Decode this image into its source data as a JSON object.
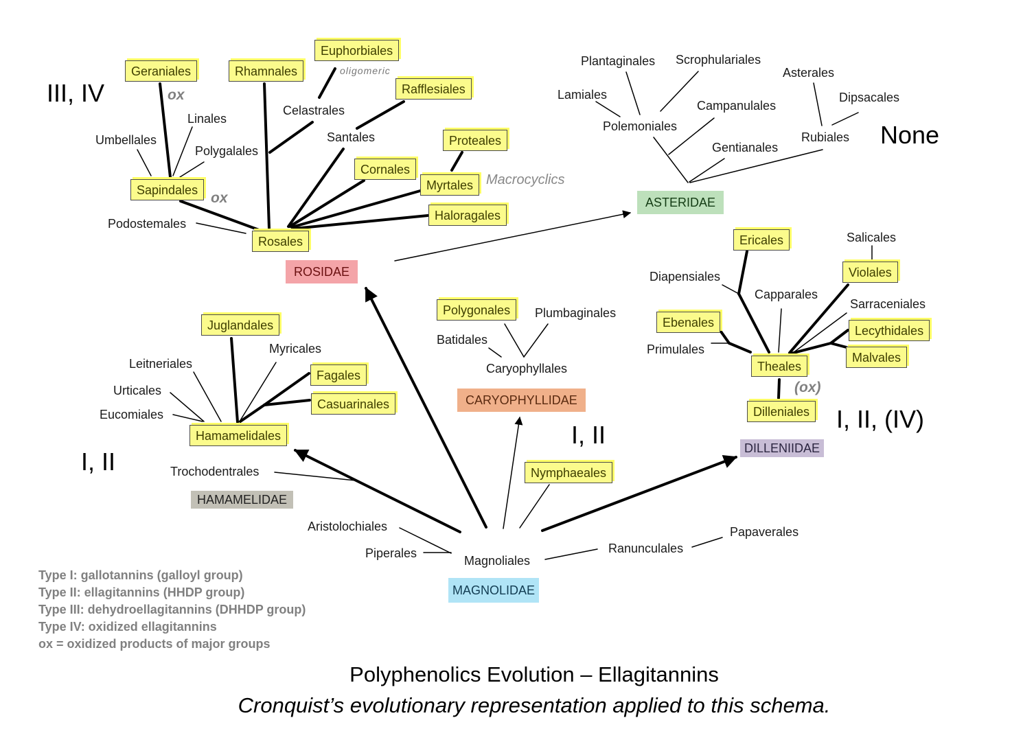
{
  "title": "Polyphenolics Evolution – Ellagitannins",
  "subtitle": "Cronquist’s evolutionary representation applied to this schema.",
  "subclasses": {
    "rosidae": "ROSIDAE",
    "asteridae": "ASTERIDAE",
    "hamamelidae": "HAMAMELIDAE",
    "caryophyllidae": "CARYOPHYLLIDAE",
    "dilleniidae": "DILLENIIDAE",
    "magnolidae": "MAGNOLIDAE"
  },
  "tannin_types": {
    "rosidae": "III, IV",
    "asteridae": "None",
    "hamamelidae": "I, II",
    "caryophyllidae": "I, II",
    "dilleniidae": "I, II, (IV)"
  },
  "rosidae_orders": {
    "geraniales": "Geraniales",
    "rhamnales": "Rhamnales",
    "euphorbiales": "Euphorbiales",
    "rafflesiales": "Rafflesiales",
    "celastrales": "Celastrales",
    "santales": "Santales",
    "linales": "Linales",
    "umbellales": "Umbellales",
    "polygalales": "Polygalales",
    "sapindales": "Sapindales",
    "proteales": "Proteales",
    "cornales": "Cornales",
    "myrtales": "Myrtales",
    "haloragales": "Haloragales",
    "podostemales": "Podostemales",
    "rosales": "Rosales"
  },
  "asteridae_orders": {
    "plantaginales": "Plantaginales",
    "scrophulariales": "Scrophulariales",
    "lamiales": "Lamiales",
    "polemoniales": "Polemoniales",
    "campanulales": "Campanulales",
    "gentianales": "Gentianales",
    "asterales": "Asterales",
    "dipsacales": "Dipsacales",
    "rubiales": "Rubiales"
  },
  "dilleniidae_orders": {
    "ericales": "Ericales",
    "salicales": "Salicales",
    "violales": "Violales",
    "diapensiales": "Diapensiales",
    "capparales": "Capparales",
    "sarraceniales": "Sarraceniales",
    "ebenales": "Ebenales",
    "lecythidales": "Lecythidales",
    "primulales": "Primulales",
    "malvales": "Malvales",
    "theales": "Theales",
    "dilleniales": "Dilleniales"
  },
  "caryophyllidae_orders": {
    "polygonales": "Polygonales",
    "plumbaginales": "Plumbaginales",
    "batidales": "Batidales",
    "caryophyllales": "Caryophyllales"
  },
  "hamamelidae_orders": {
    "juglandales": "Juglandales",
    "myricales": "Myricales",
    "leitneriales": "Leitneriales",
    "fagales": "Fagales",
    "urticales": "Urticales",
    "casuarinales": "Casuarinales",
    "eucomiales": "Eucomiales",
    "hamamelidales": "Hamamelidales",
    "trochodentrales": "Trochodentrales"
  },
  "magnolidae_orders": {
    "nymphaeales": "Nymphaeales",
    "aristolochiales": "Aristolochiales",
    "piperales": "Piperales",
    "magnoliales": "Magnoliales",
    "ranunculales": "Ranunculales",
    "papaverales": "Papaverales"
  },
  "annotations": {
    "ox": "ox",
    "ox_paren": "(ox)",
    "oligomeric": "oligomeric",
    "macrocyclics": "Macrocyclics"
  },
  "legend": [
    "Type I: gallotannins (galloyl group)",
    "Type II: ellagitannins (HHDP group)",
    "Type III: dehydroellagitannins (DHHDP group)",
    "Type IV: oxidized ellagitannins",
    "ox = oxidized products of major groups"
  ]
}
